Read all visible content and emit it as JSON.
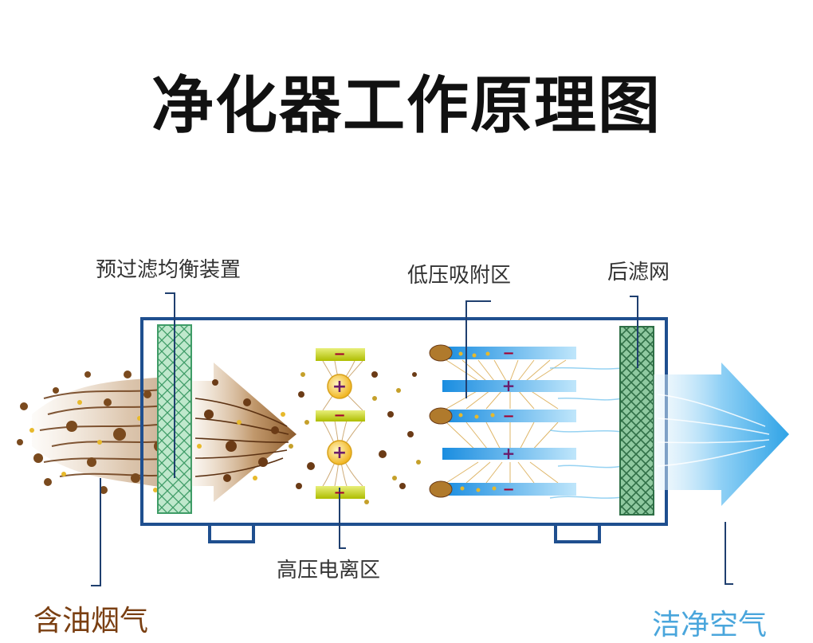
{
  "title": "净化器工作原理图",
  "labels": {
    "prefilter": "预过滤均衡装置",
    "low_voltage_zone": "低压吸附区",
    "post_filter": "后滤网",
    "high_voltage_zone": "高压电离区",
    "oily_smoke": "含油烟气",
    "clean_air": "洁净空气"
  },
  "symbols": {
    "plus": "+",
    "minus": "−"
  },
  "colors": {
    "housing": "#1f4f8f",
    "smoke": "#8b5a2b",
    "clean_air": "#4aa6dc",
    "electrode": "#c8d400",
    "filter": "#9fd8b3"
  }
}
